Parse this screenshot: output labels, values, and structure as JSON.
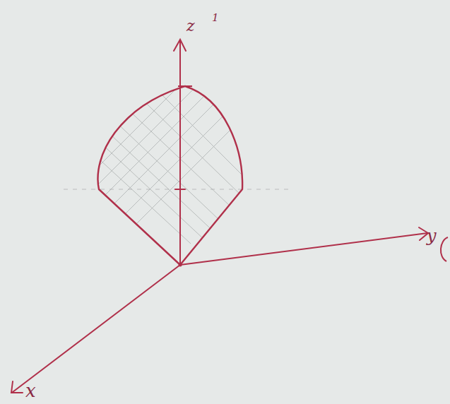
{
  "diagram": {
    "labels": [
      "z",
      "1",
      "y",
      "x"
    ]
  }
}
